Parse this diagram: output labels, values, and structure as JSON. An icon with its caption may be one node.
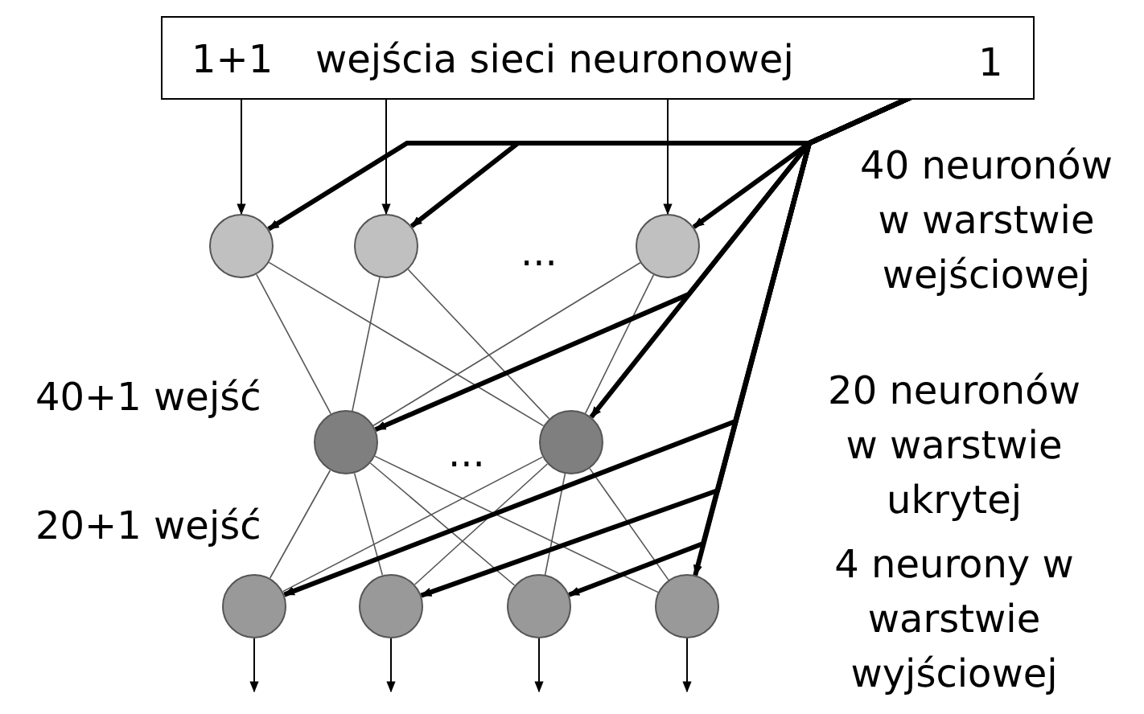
{
  "diagram": {
    "nodes": [
      {
        "text": [
          "1+1",
          "wejścia sieci neuronowej"
        ]
      },
      {
        "text": [
          "1"
        ],
        "in": 0
      },
      {
        "text": [],
        "shape": "circle"
      },
      {
        "text": [],
        "shape": "circle"
      },
      {
        "text": [],
        "shape": "circle"
      },
      {
        "text": [],
        "shape": "circle"
      },
      {
        "text": [],
        "shape": "circle"
      },
      {
        "text": [],
        "shape": "circle"
      },
      {
        "text": [],
        "shape": "circle"
      },
      {
        "text": [],
        "shape": "circle"
      },
      {
        "text": [],
        "shape": "circle"
      }
    ],
    "edges": [
      {
        "from": 0,
        "to": 2,
        "arrow": "to"
      },
      {
        "from": 0,
        "to": 3,
        "arrow": "to"
      },
      {
        "from": 0,
        "to": 4,
        "arrow": "to"
      },
      {
        "from": 2,
        "to": 5,
        "arrow": "none"
      },
      {
        "from": 2,
        "to": 6,
        "arrow": "none"
      },
      {
        "from": 3,
        "to": 5,
        "arrow": "none"
      },
      {
        "from": 3,
        "to": 6,
        "arrow": "none"
      },
      {
        "from": 4,
        "to": 5,
        "arrow": "none"
      },
      {
        "from": 4,
        "to": 6,
        "arrow": "none"
      },
      {
        "from": 5,
        "to": 7,
        "arrow": "none"
      },
      {
        "from": 5,
        "to": 8,
        "arrow": "none"
      },
      {
        "from": 5,
        "to": 9,
        "arrow": "none"
      },
      {
        "from": 5,
        "to": 10,
        "arrow": "none"
      },
      {
        "from": 6,
        "to": 7,
        "arrow": "none"
      },
      {
        "from": 6,
        "to": 8,
        "arrow": "none"
      },
      {
        "from": 6,
        "to": 9,
        "arrow": "none"
      },
      {
        "from": 6,
        "to": 10,
        "arrow": "none"
      },
      {
        "from": 1,
        "to": 2,
        "arrow": "to",
        "style": "thick"
      },
      {
        "from": 1,
        "to": 3,
        "arrow": "to",
        "style": "thick"
      },
      {
        "from": 1,
        "to": 4,
        "arrow": "to",
        "style": "thick"
      },
      {
        "from": 1,
        "to": 5,
        "arrow": "to",
        "style": "thick"
      },
      {
        "from": 1,
        "to": 6,
        "arrow": "to",
        "style": "thick"
      },
      {
        "from": 1,
        "to": 7,
        "arrow": "to",
        "style": "thick"
      },
      {
        "from": 1,
        "to": 8,
        "arrow": "to",
        "style": "thick"
      },
      {
        "from": 1,
        "to": 9,
        "arrow": "to",
        "style": "thick"
      },
      {
        "from": 1,
        "to": 10,
        "arrow": "to",
        "style": "thick"
      },
      {
        "from": 7,
        "to": null,
        "arrow": "to"
      },
      {
        "from": 8,
        "to": null,
        "arrow": "to"
      },
      {
        "from": 9,
        "to": null,
        "arrow": "to"
      },
      {
        "from": 10,
        "to": null,
        "arrow": "to"
      }
    ],
    "labels": [
      "...",
      "...",
      "40+1 wejść",
      "20+1 wejść",
      "40 neuronów w warstwie wejściowej",
      "20 neuronów w warstwie ukrytej",
      "4 neurony w warstwie wyjściowej"
    ]
  }
}
